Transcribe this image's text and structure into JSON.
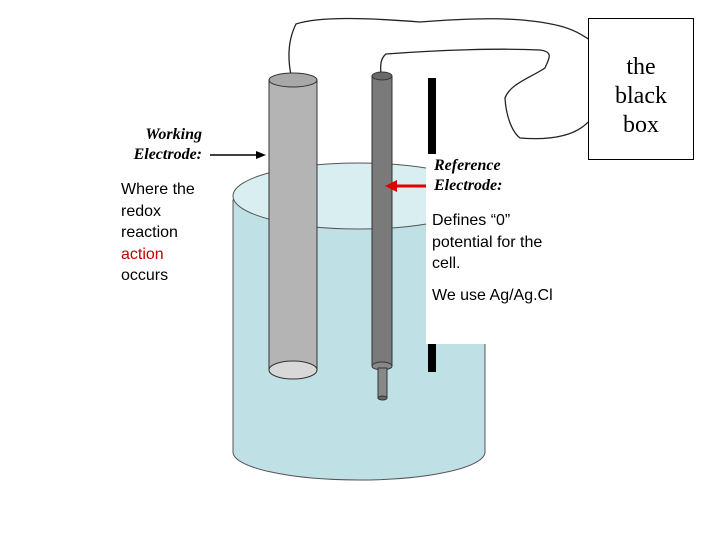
{
  "black_box": {
    "label_lines": [
      "the",
      "black",
      "box"
    ]
  },
  "working_electrode": {
    "title_lines": [
      "Working",
      "Electrode:"
    ],
    "description_lines": [
      "Where the",
      "redox",
      "reaction"
    ],
    "highlight_word": "action",
    "last_line": "occurs"
  },
  "reference_electrode": {
    "title_lines": [
      "Reference",
      "Electrode:"
    ],
    "description_lines": [
      "Defines “0”",
      "potential for the",
      "cell."
    ],
    "material_line": "We use Ag/Ag.Cl"
  },
  "colors": {
    "solution_fill": "#bfe1e6",
    "solution_top": "#d9eef1",
    "working_electrode": "#b4b4b4",
    "reference_electrode": "#7a7a7a",
    "arrow_red": "#e00000",
    "highlight_red": "#c00000"
  }
}
